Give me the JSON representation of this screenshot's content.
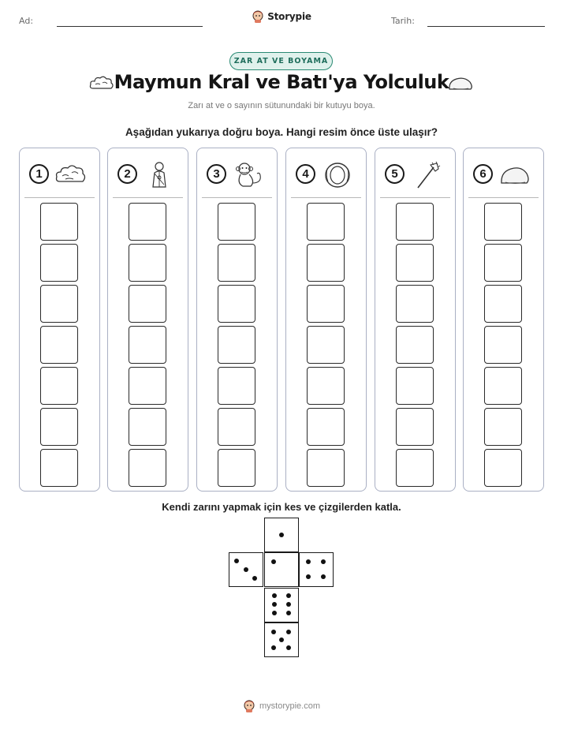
{
  "header": {
    "name_label": "Ad:",
    "date_label": "Tarih:",
    "brand": "Storypie"
  },
  "badge": "ZAR AT VE BOYAMA",
  "title": "Maymun Kral ve Batı'ya Yolculuk",
  "subtitle": "Zarı at ve o sayının sütunundaki bir kutuyu boya.",
  "instruction": "Aşağıdan yukarıya doğru boya. Hangi resim önce üste ulaşır?",
  "columns": [
    {
      "number": "1",
      "icon": "cloud-icon"
    },
    {
      "number": "2",
      "icon": "monk-icon"
    },
    {
      "number": "3",
      "icon": "monkey-icon"
    },
    {
      "number": "4",
      "icon": "ring-icon"
    },
    {
      "number": "5",
      "icon": "staff-icon"
    },
    {
      "number": "6",
      "icon": "stone-icon"
    }
  ],
  "boxes_per_column": 7,
  "cut_instruction": "Kendi zarını yapmak için kes ve çizgilerden katla.",
  "dice_faces": [
    1,
    3,
    1,
    4,
    6,
    5
  ],
  "footer": "mystorypie.com"
}
